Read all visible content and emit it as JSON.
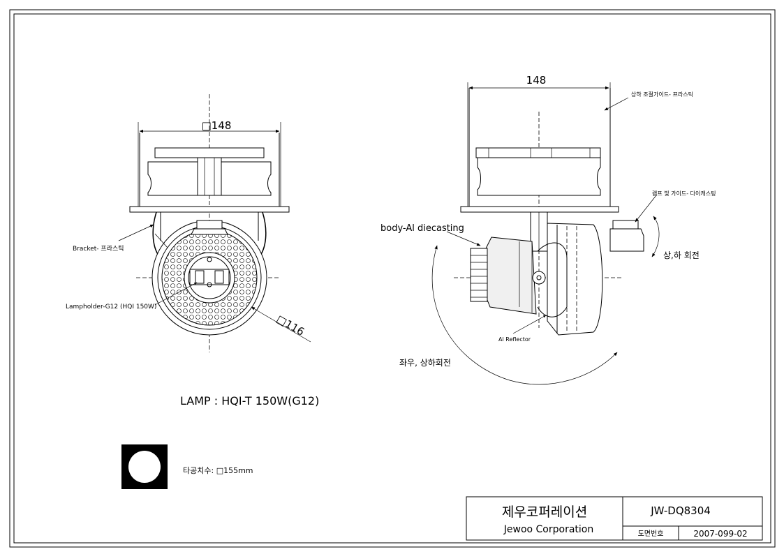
{
  "front_view": {
    "dim_width": "□148",
    "dim_diameter": "□116",
    "label_bracket": "Bracket- 프라스틱",
    "label_lampholder": "Lampholder-G12 (HQI 150W)"
  },
  "side_view": {
    "dim_width": "148",
    "label_guide_top": "상하 조절가이드- 프라스틱",
    "label_guide_lamp": "램프 빛 가이드- 다이캐스팅",
    "label_body": "body-Al diecasting",
    "label_rotate_updown": "상,하 회전",
    "label_reflector": "Al Reflector",
    "label_rotate_all": "좌우, 상하회전"
  },
  "lamp_spec": "LAMP : HQI-T  150W(G12)",
  "cutout": {
    "label": "타공치수: ",
    "size": "□155mm"
  },
  "title_block": {
    "company_korean": "제우코퍼레이션",
    "company_english": "Jewoo Corporation",
    "model_number": "JW-DQ8304",
    "drawing_no_label": "도면번호",
    "drawing_no_value": "2007-099-02"
  }
}
